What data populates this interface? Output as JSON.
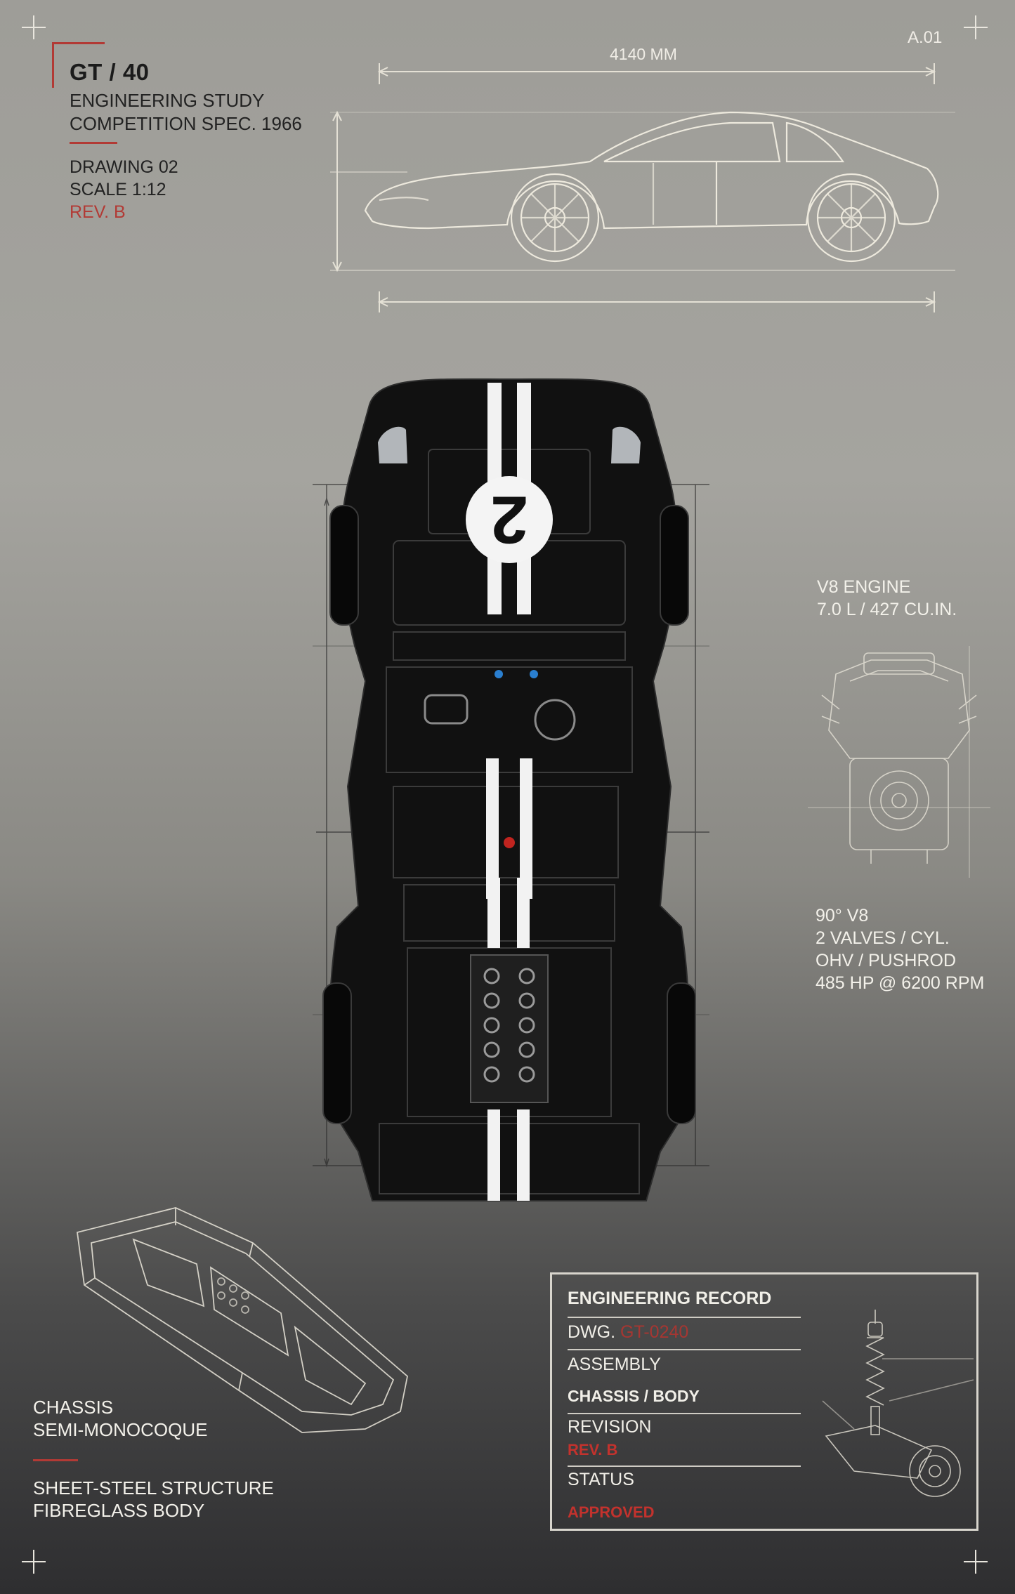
{
  "sheet_number": "A.01",
  "title_block": {
    "title": "GT / 40",
    "subtitle_line1": "ENGINEERING STUDY",
    "subtitle_line2": "COMPETITION SPEC. 1966",
    "drawing": "DRAWING 02",
    "scale": "SCALE 1:12",
    "revision": "REV. B"
  },
  "side_view": {
    "overall_length_label": "4140 MM"
  },
  "top_view": {
    "race_number": "2"
  },
  "engine": {
    "heading_line1": "V8 ENGINE",
    "heading_line2": "7.0 L / 427 CU.IN.",
    "spec_lines": [
      "90° V8",
      "2 VALVES / CYL.",
      "OHV / PUSHROD",
      "485 HP @ 6200 RPM"
    ]
  },
  "chassis": {
    "title_line1": "CHASSIS",
    "title_line2": "SEMI-MONOCOQUE",
    "desc_line1": "SHEET-STEEL STRUCTURE",
    "desc_line2": "FIBREGLASS BODY"
  },
  "record": {
    "heading": "ENGINEERING RECORD",
    "dwg_label": "DWG.",
    "dwg_code": "GT-0240",
    "assembly_label": "ASSEMBLY",
    "assembly_value": "CHASSIS / BODY",
    "revision_label": "REVISION",
    "revision_value": "REV. B",
    "status_label": "STATUS",
    "status_value": "APPROVED"
  },
  "colors": {
    "accent_red": "#b23a35",
    "line_light": "#e9e6de",
    "car_body": "#141414"
  }
}
